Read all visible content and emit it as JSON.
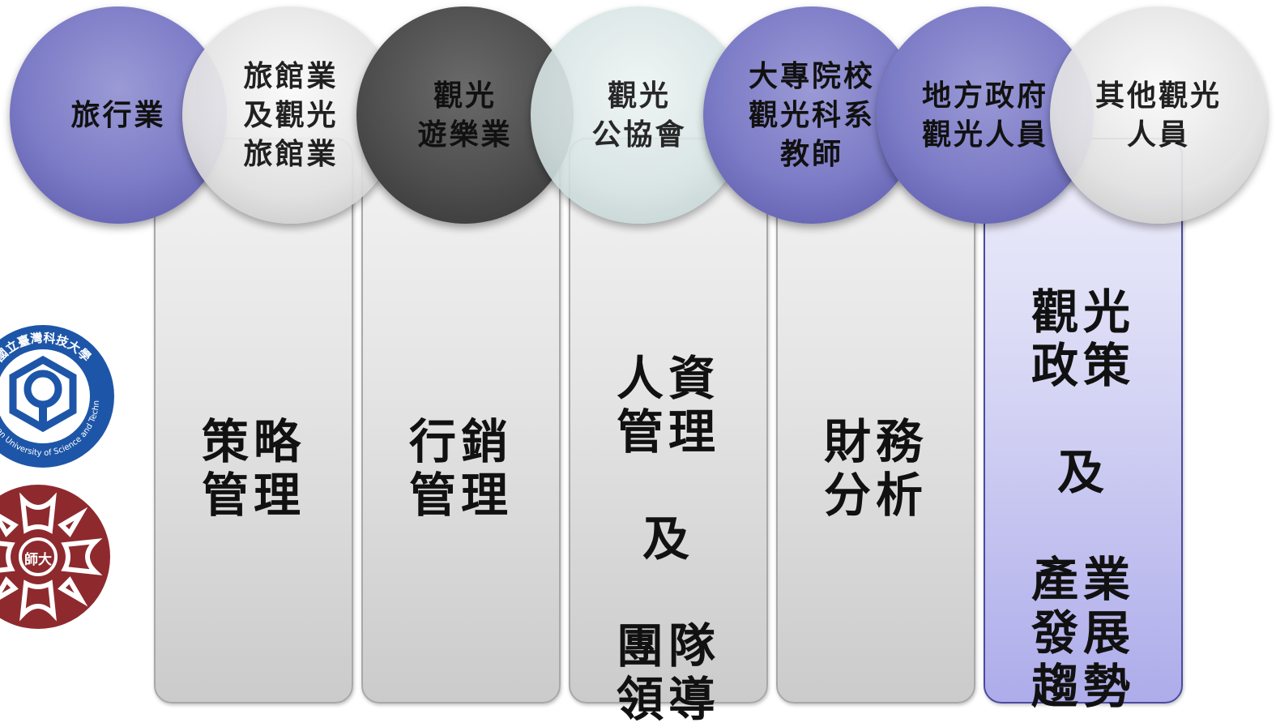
{
  "circles": [
    {
      "label": "旅行業",
      "color": "#7c7bc6"
    },
    {
      "label": "旅館業\n及觀光\n旅館業",
      "color": "#e2e2e2"
    },
    {
      "label": "觀光\n遊樂業",
      "color": "#4e4e4e"
    },
    {
      "label": "觀光\n公協會",
      "color": "#d6e3e3"
    },
    {
      "label": "大專院校\n觀光科系\n教師",
      "color": "#7c7bc6"
    },
    {
      "label": "地方政府\n觀光人員",
      "color": "#7c7bc6"
    },
    {
      "label": "其他觀光\n人員",
      "color": "#e2e2e2"
    }
  ],
  "columns": [
    {
      "label": "策略\n管理"
    },
    {
      "label": "行銷\n管理"
    },
    {
      "label": "人資\n管理\n\n及\n\n團隊\n領導"
    },
    {
      "label": "財務\n分析"
    },
    {
      "label": "觀光\n政策\n\n及\n\n產業\n發展\n趨勢"
    }
  ],
  "logos": [
    {
      "name": "ntust-logo",
      "text": "國立臺灣科技大學",
      "subtext": "National Taiwan University of Science and Technology",
      "color": "#1d56a8"
    },
    {
      "name": "ntnu-logo",
      "text": "師大",
      "color": "#8e2a2e"
    }
  ]
}
